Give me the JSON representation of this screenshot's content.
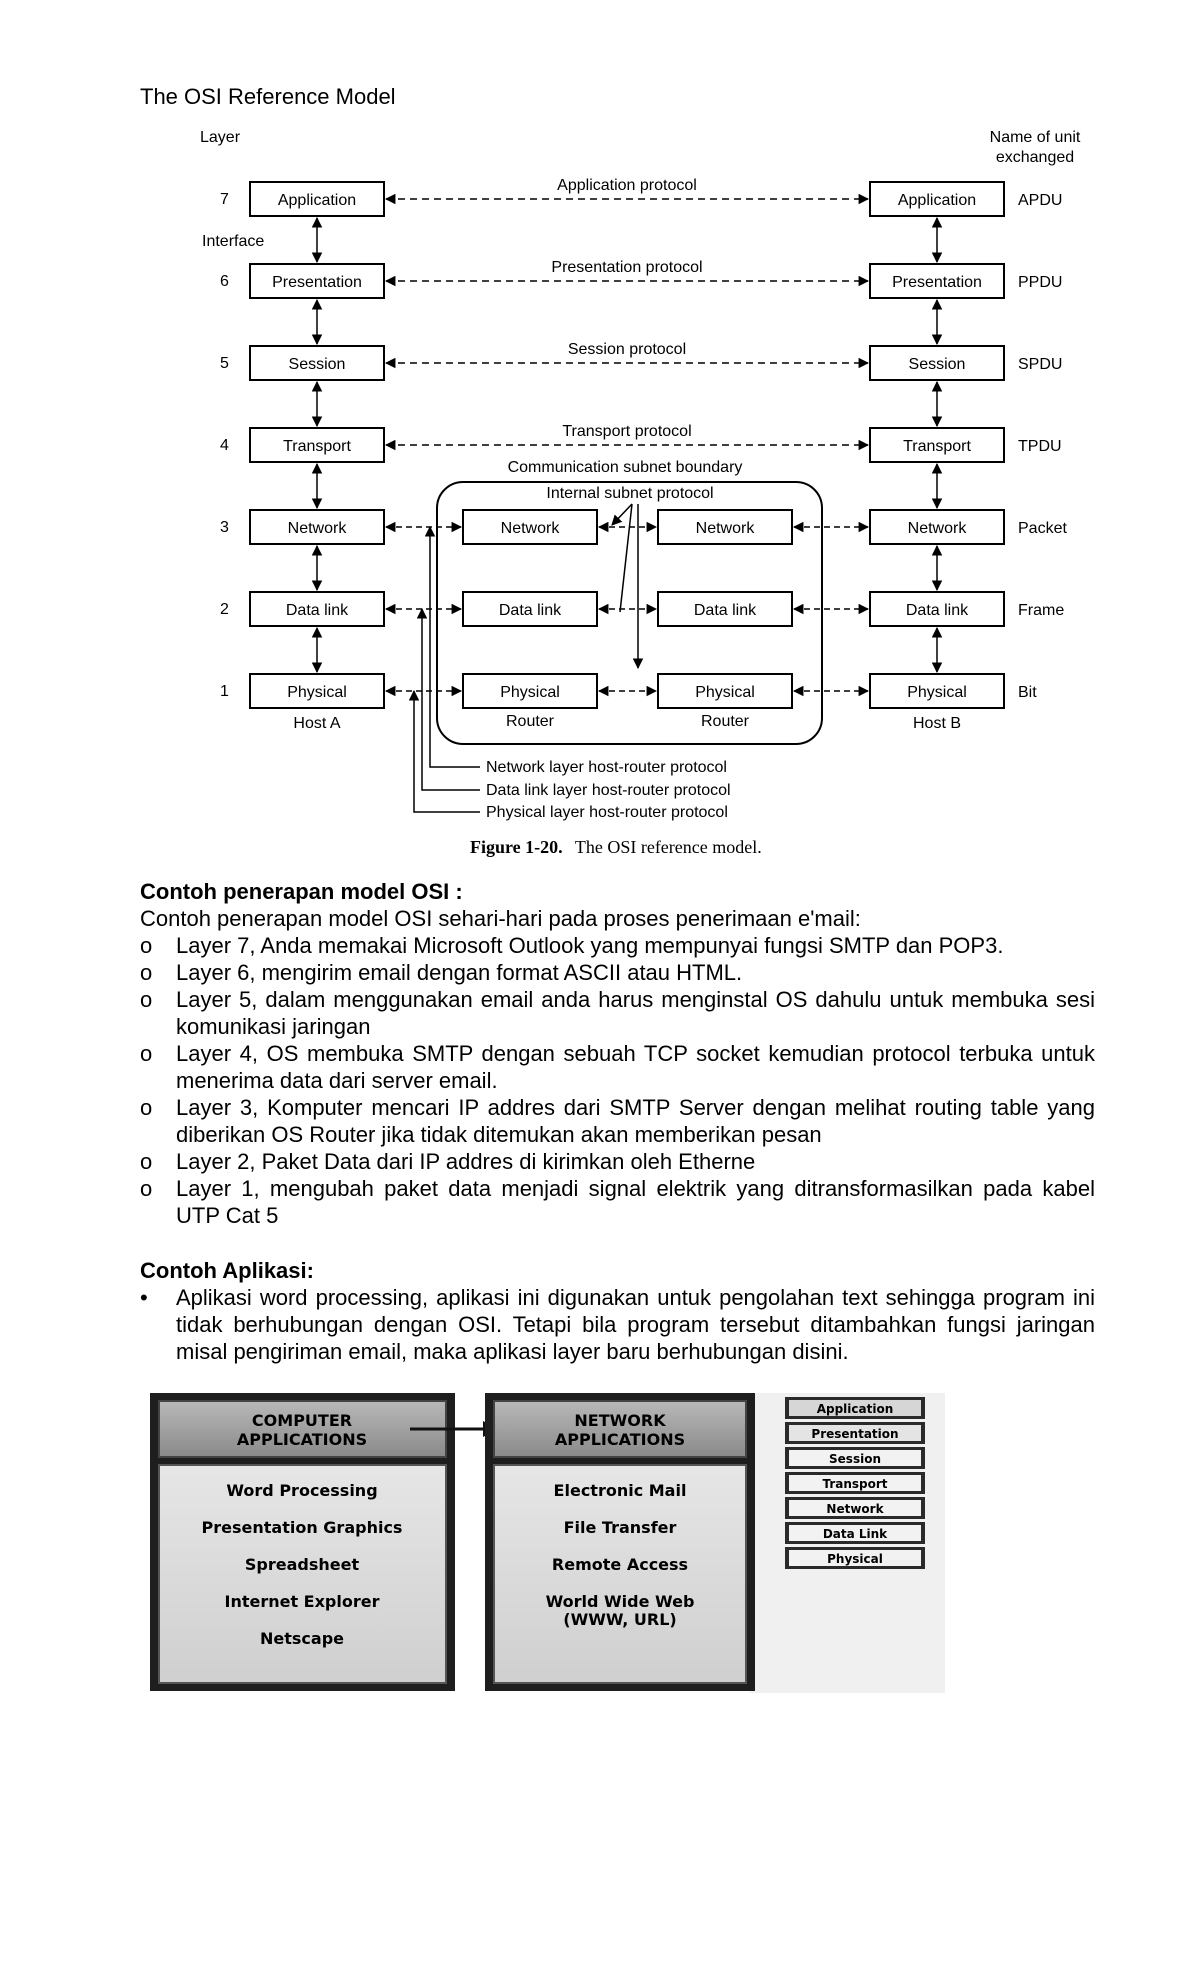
{
  "page_heading": "The OSI Reference Model",
  "osi_figure": {
    "layer_heading": "Layer",
    "unit_heading_line1": "Name of unit",
    "unit_heading_line2": "exchanged",
    "interface_label": "Interface",
    "layers": [
      {
        "number": "7",
        "name": "Application",
        "protocol": "Application protocol",
        "unit": "APDU"
      },
      {
        "number": "6",
        "name": "Presentation",
        "protocol": "Presentation protocol",
        "unit": "PPDU"
      },
      {
        "number": "5",
        "name": "Session",
        "protocol": "Session protocol",
        "unit": "SPDU"
      },
      {
        "number": "4",
        "name": "Transport",
        "protocol": "Transport protocol",
        "unit": "TPDU"
      },
      {
        "number": "3",
        "name": "Network",
        "unit": "Packet"
      },
      {
        "number": "2",
        "name": "Data link",
        "unit": "Frame"
      },
      {
        "number": "1",
        "name": "Physical",
        "unit": "Bit"
      }
    ],
    "subnet_boundary_label": "Communication subnet boundary",
    "internal_protocol_label": "Internal subnet protocol",
    "host_a": "Host A",
    "host_b": "Host B",
    "router_label": "Router",
    "router_layers": [
      "Network",
      "Data link",
      "Physical"
    ],
    "legend": [
      "Network layer host-router protocol",
      "Data link layer host-router protocol",
      "Physical layer host-router protocol"
    ],
    "caption_bold": "Figure 1-20.",
    "caption_text": "The OSI reference model."
  },
  "contoh": {
    "heading": "Contoh penerapan model OSI :",
    "intro": "Contoh penerapan model OSI sehari-hari pada proses penerimaan e'mail:",
    "marker": "o",
    "items": [
      "Layer 7, Anda memakai Microsoft Outlook yang mempunyai fungsi SMTP dan POP3.",
      "Layer 6, mengirim email dengan format ASCII atau HTML.",
      "Layer 5, dalam menggunakan email anda harus menginstal OS dahulu untuk membuka sesi komunikasi jaringan",
      "Layer 4, OS membuka SMTP dengan sebuah TCP socket kemudian protocol terbuka untuk menerima data dari server email.",
      "Layer 3, Komputer mencari IP addres dari SMTP Server dengan melihat routing table yang diberikan OS Router jika tidak ditemukan akan memberikan pesan",
      "Layer 2, Paket Data dari IP addres di kirimkan oleh Etherne",
      "Layer 1, mengubah paket data menjadi signal elektrik yang ditransformasilkan pada kabel UTP Cat 5"
    ]
  },
  "aplikasi": {
    "heading": "Contoh Aplikasi:",
    "bullet": "•",
    "items": [
      "Aplikasi word processing, aplikasi ini digunakan untuk pengolahan text sehingga program ini tidak berhubungan dengan OSI. Tetapi bila program tersebut ditambahkan fungsi jaringan misal pengiriman email, maka aplikasi layer baru berhubungan disini."
    ]
  },
  "app_figure": {
    "computer_header_line1": "COMPUTER",
    "computer_header_line2": "APPLICATIONS",
    "computer_items": [
      "Word Processing",
      "Presentation Graphics",
      "Spreadsheet",
      "Internet Explorer",
      "Netscape"
    ],
    "network_header_line1": "NETWORK",
    "network_header_line2": "APPLICATIONS",
    "network_items": [
      "Electronic Mail",
      "File Transfer",
      "Remote Access",
      "World Wide Web",
      "(WWW, URL)"
    ],
    "layer_stack": [
      "Application",
      "Presentation",
      "Session",
      "Transport",
      "Network",
      "Data Link",
      "Physical"
    ]
  }
}
